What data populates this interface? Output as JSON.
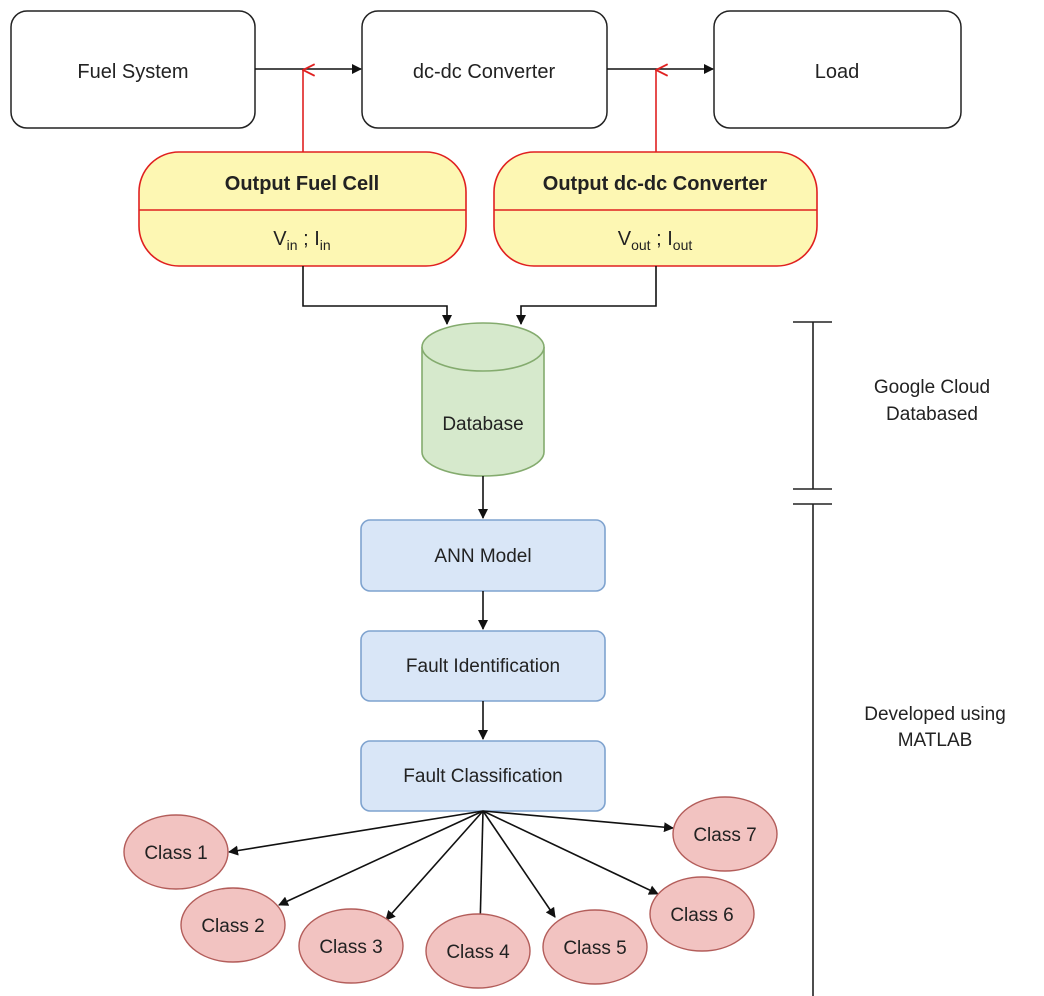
{
  "top_row": {
    "fuel_system": "Fuel System",
    "converter": "dc-dc Converter",
    "load": "Load"
  },
  "sensors": {
    "fuel_cell": {
      "title": "Output Fuel Cell",
      "v": "V",
      "v_sub": "in",
      "sep": " ; ",
      "i": "I",
      "i_sub": "in"
    },
    "converter": {
      "title": "Output dc-dc Converter",
      "v": "V",
      "v_sub": "out",
      "sep": " ; ",
      "i": "I",
      "i_sub": "out"
    }
  },
  "database": "Database",
  "pipeline": {
    "ann": "ANN Model",
    "identification": "Fault Identification",
    "classification": "Fault Classification"
  },
  "classes": [
    "Class 1",
    "Class 2",
    "Class 3",
    "Class 4",
    "Class 5",
    "Class 6",
    "Class 7"
  ],
  "side": {
    "cloud_line1": "Google Cloud",
    "cloud_line2": "Databased",
    "matlab_line1": "Developed using",
    "matlab_line2": "MATLAB"
  },
  "colors": {
    "sensor_fill": "#fdf7b3",
    "sensor_stroke": "#e02020",
    "db_fill": "#d6e9cc",
    "db_stroke": "#84ab6e",
    "process_fill": "#d9e6f7",
    "process_stroke": "#7fa3cf",
    "class_fill": "#f2c3c1",
    "class_stroke": "#b35d5a"
  }
}
